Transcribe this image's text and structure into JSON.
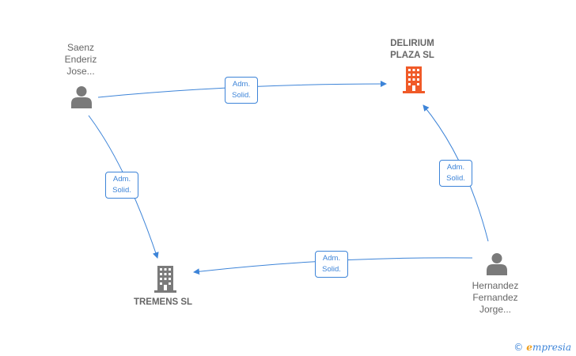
{
  "nodes": {
    "saenz": {
      "lines": [
        "Saenz",
        "Enderiz",
        "Jose..."
      ]
    },
    "delirium": {
      "lines": [
        "DELIRIUM",
        "PLAZA  SL"
      ]
    },
    "tremens": {
      "lines": [
        "TREMENS  SL"
      ]
    },
    "hernandez": {
      "lines": [
        "Hernandez",
        "Fernandez",
        "Jorge..."
      ]
    }
  },
  "edges": [
    {
      "id": "saenz-delirium",
      "label_lines": [
        "Adm.",
        "Solid."
      ]
    },
    {
      "id": "saenz-tremens",
      "label_lines": [
        "Adm.",
        "Solid."
      ]
    },
    {
      "id": "hernandez-delirium",
      "label_lines": [
        "Adm.",
        "Solid."
      ]
    },
    {
      "id": "hernandez-tremens",
      "label_lines": [
        "Adm.",
        "Solid."
      ]
    }
  ],
  "colors": {
    "edge": "#3d84d8",
    "person_icon": "#7a7a7a",
    "company_highlight": "#f05a28",
    "company_default": "#7a7a7a",
    "label_text": "#666666"
  },
  "watermark": {
    "copyright": "©",
    "brand_first": "e",
    "brand_rest": "mpresia"
  }
}
